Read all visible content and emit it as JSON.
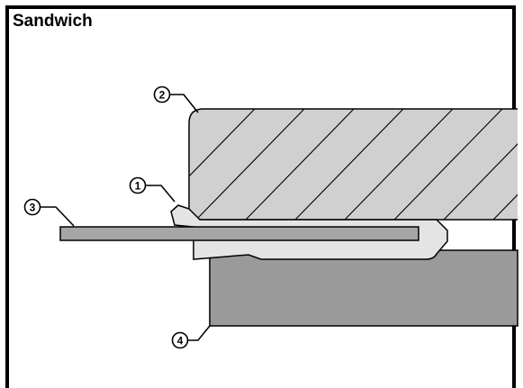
{
  "title": "Sandwich",
  "callouts": [
    {
      "id": "1",
      "label": "1"
    },
    {
      "id": "2",
      "label": "2"
    },
    {
      "id": "3",
      "label": "3"
    },
    {
      "id": "4",
      "label": "4"
    }
  ],
  "colors": {
    "top_layer": "#d0d0d0",
    "bottom_layer": "#9a9a9a",
    "edge_part": "#e4e4e4",
    "thin_sheet": "#a6a6a6",
    "outline": "#000000",
    "background": "#ffffff"
  }
}
